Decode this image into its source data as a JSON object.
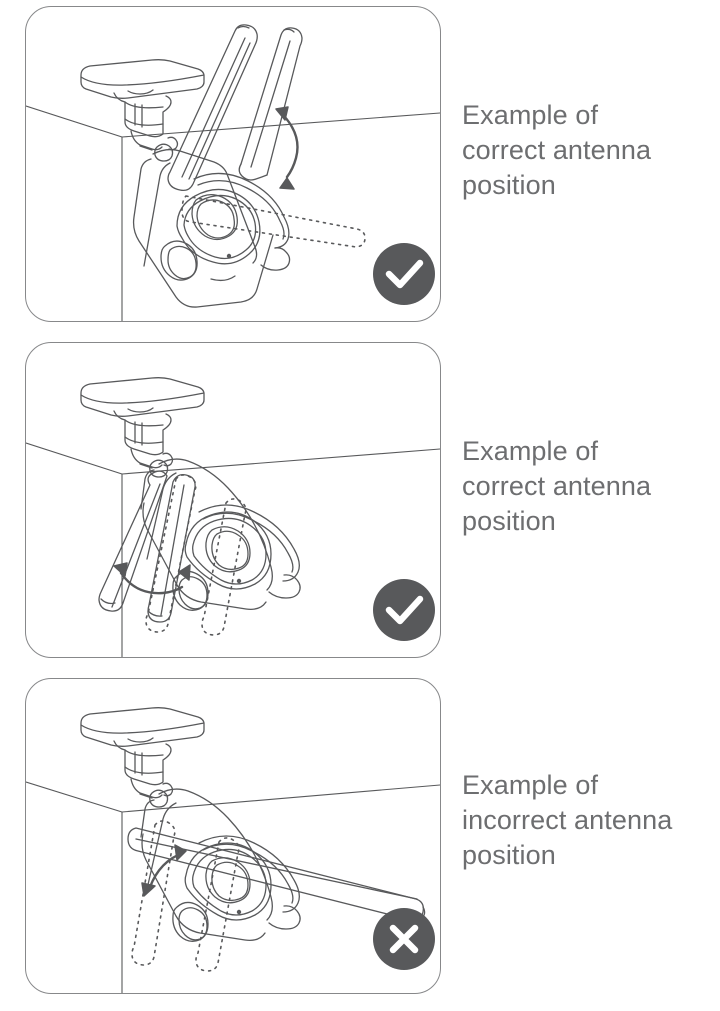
{
  "page": {
    "type": "instruction-illustration-sheet",
    "background_color": "#ffffff",
    "text_color": "#6d6e70",
    "line_color": "#58595b",
    "panel_border_color": "#87888a",
    "badge_color": "#58595b",
    "badge_glyph_color": "#ffffff"
  },
  "panels": [
    {
      "id": "panel-1",
      "caption": "Example of\ncorrect antenna\nposition",
      "badge": {
        "type": "check",
        "icon_name": "check-circle-icon",
        "meaning": "correct",
        "color": "#58595b"
      },
      "illustration": {
        "name": "ceiling-mounted-camera-antennas-upright",
        "elements": [
          "ceiling-mount-plate",
          "mount-collar",
          "camera-body",
          "camera-lens",
          "camera-ir-module",
          "antenna-left-upright",
          "antenna-right-upright",
          "antenna-ghost-folded",
          "rotation-arrow",
          "wall-corner-lines"
        ]
      }
    },
    {
      "id": "panel-2",
      "caption": "Example of\ncorrect antenna\nposition",
      "badge": {
        "type": "check",
        "icon_name": "check-circle-icon",
        "meaning": "correct",
        "color": "#58595b"
      },
      "illustration": {
        "name": "ceiling-mounted-camera-antennas-downward",
        "elements": [
          "ceiling-mount-plate",
          "mount-collar",
          "camera-body",
          "camera-lens",
          "camera-ir-module",
          "antenna-left-down",
          "antenna-right-down",
          "antenna-ghost-down",
          "rotation-arrow",
          "wall-corner-lines"
        ]
      }
    },
    {
      "id": "panel-3",
      "caption": "Example of\nincorrect antenna\nposition",
      "badge": {
        "type": "cross",
        "icon_name": "cross-circle-icon",
        "meaning": "incorrect",
        "color": "#58595b"
      },
      "illustration": {
        "name": "ceiling-mounted-camera-antennas-horizontal",
        "elements": [
          "ceiling-mount-plate",
          "mount-collar",
          "camera-body",
          "camera-lens",
          "camera-ir-module",
          "antenna-horizontal",
          "antenna-ghost-down",
          "rotation-arrow",
          "wall-corner-lines"
        ]
      }
    }
  ]
}
